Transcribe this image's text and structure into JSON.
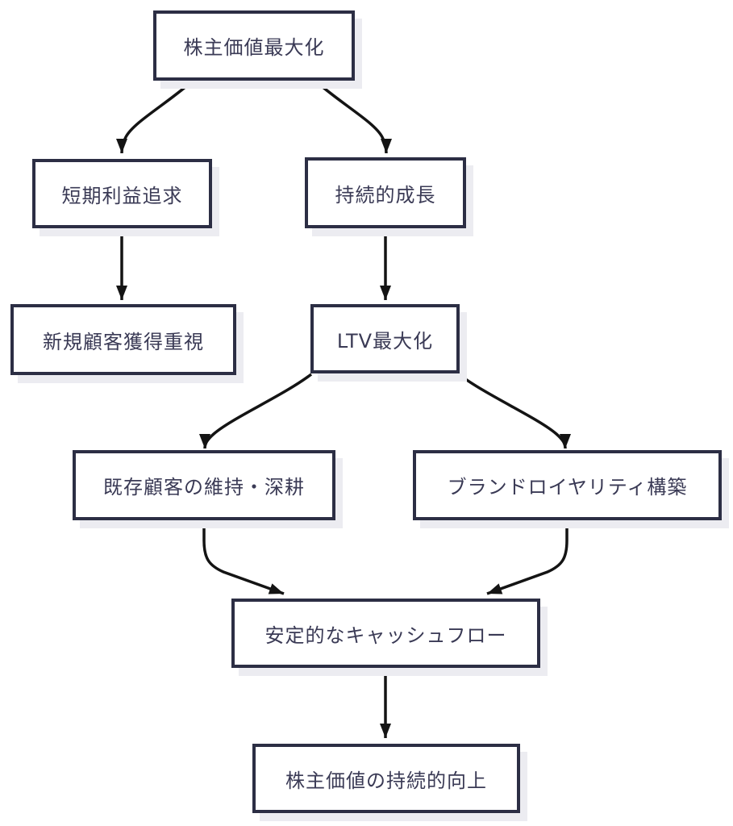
{
  "diagram": {
    "type": "flowchart",
    "direction": "top-down",
    "nodes": [
      {
        "id": "A",
        "label": "株主価値最大化"
      },
      {
        "id": "B",
        "label": "短期利益追求"
      },
      {
        "id": "C",
        "label": "持続的成長"
      },
      {
        "id": "D",
        "label": "新規顧客獲得重視"
      },
      {
        "id": "E",
        "label": "LTV最大化"
      },
      {
        "id": "F",
        "label": "既存顧客の維持・深耕"
      },
      {
        "id": "G",
        "label": "ブランドロイヤリティ構築"
      },
      {
        "id": "H",
        "label": "安定的なキャッシュフロー"
      },
      {
        "id": "I",
        "label": "株主価値の持続的向上"
      }
    ],
    "edges": [
      {
        "from": "A",
        "to": "B"
      },
      {
        "from": "A",
        "to": "C"
      },
      {
        "from": "B",
        "to": "D"
      },
      {
        "from": "C",
        "to": "E"
      },
      {
        "from": "E",
        "to": "F"
      },
      {
        "from": "E",
        "to": "G"
      },
      {
        "from": "F",
        "to": "H"
      },
      {
        "from": "G",
        "to": "H"
      },
      {
        "from": "H",
        "to": "I"
      }
    ],
    "colors": {
      "background": "#ffffff",
      "node_fill": "#ffffff",
      "node_border": "#2c2e44",
      "node_shadow": "#ececf1",
      "text": "#3a3a55",
      "arrow": "#141414"
    }
  }
}
